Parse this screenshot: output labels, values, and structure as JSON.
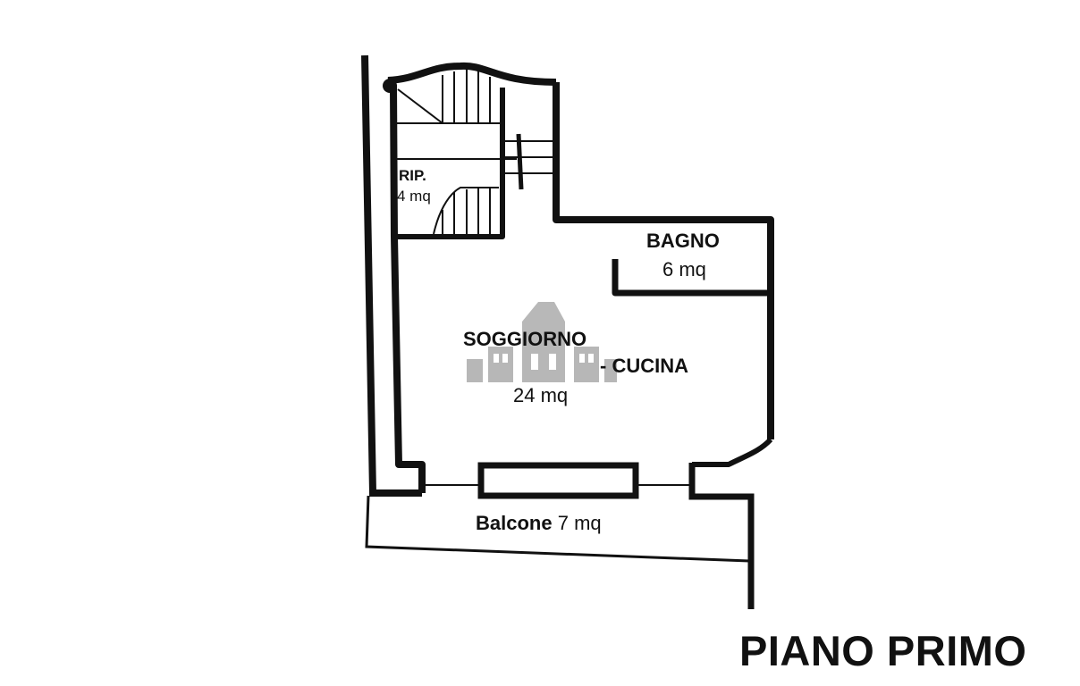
{
  "plan": {
    "title": "PIANO PRIMO",
    "rooms": {
      "ripostiglio": {
        "name": "RIP.",
        "area": "4 mq"
      },
      "bagno": {
        "name": "BAGNO",
        "area": "6 mq"
      },
      "soggiorno": {
        "name": "SOGGIORNO",
        "name2": "- CUCINA",
        "area": "24 mq"
      },
      "balcone": {
        "name": "Balcone",
        "area": "7 mq"
      }
    }
  },
  "colors": {
    "wall": "#111111",
    "watermark": "#9a9a9a",
    "background": "#ffffff"
  },
  "icons": {
    "watermark": "building-watermark-icon"
  }
}
